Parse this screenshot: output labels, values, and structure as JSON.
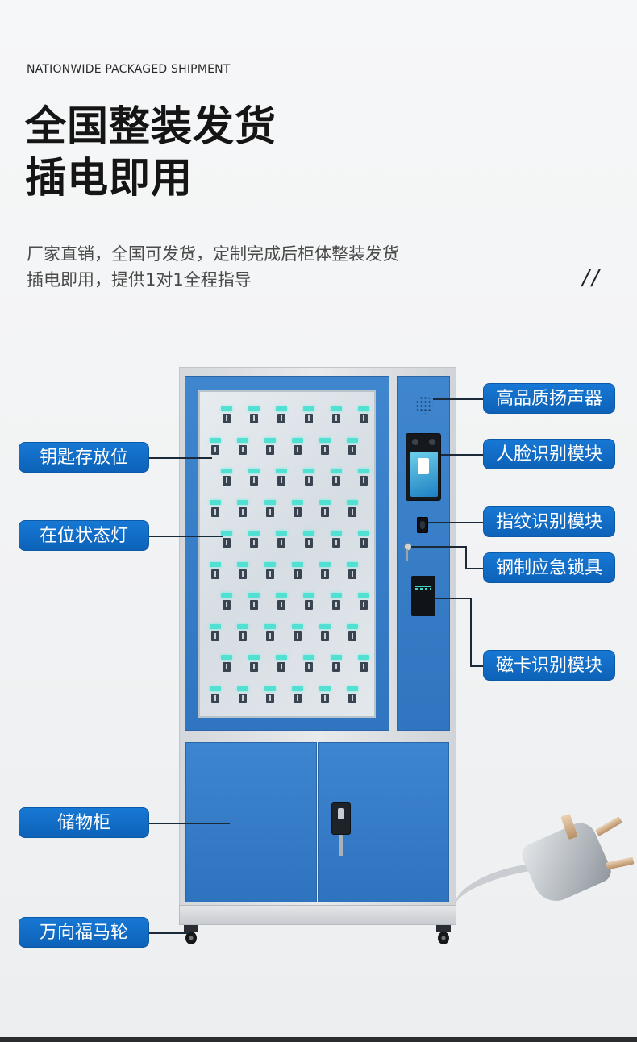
{
  "header": {
    "eyebrow": "NATIONWIDE PACKAGED SHIPMENT",
    "headline_line1": "全国整装发货",
    "headline_line2": "插电即用",
    "desc_line1": "厂家直销，全国可发货，定制完成后柜体整装发货",
    "desc_line2": "插电即用，提供1对1全程指导",
    "slashes": "//"
  },
  "labels": {
    "left": [
      {
        "text": "钥匙存放位"
      },
      {
        "text": "在位状态灯"
      },
      {
        "text": "储物柜"
      },
      {
        "text": "万向福马轮"
      }
    ],
    "right": [
      {
        "text": "高品质扬声器"
      },
      {
        "text": "人脸识别模块"
      },
      {
        "text": "指纹识别模块"
      },
      {
        "text": "钢制应急锁具"
      },
      {
        "text": "磁卡识别模块"
      }
    ]
  },
  "colors": {
    "cabinet_blue": "#3a80c9",
    "label_blue": "#1270cc",
    "led_cyan": "#52e0d2"
  }
}
